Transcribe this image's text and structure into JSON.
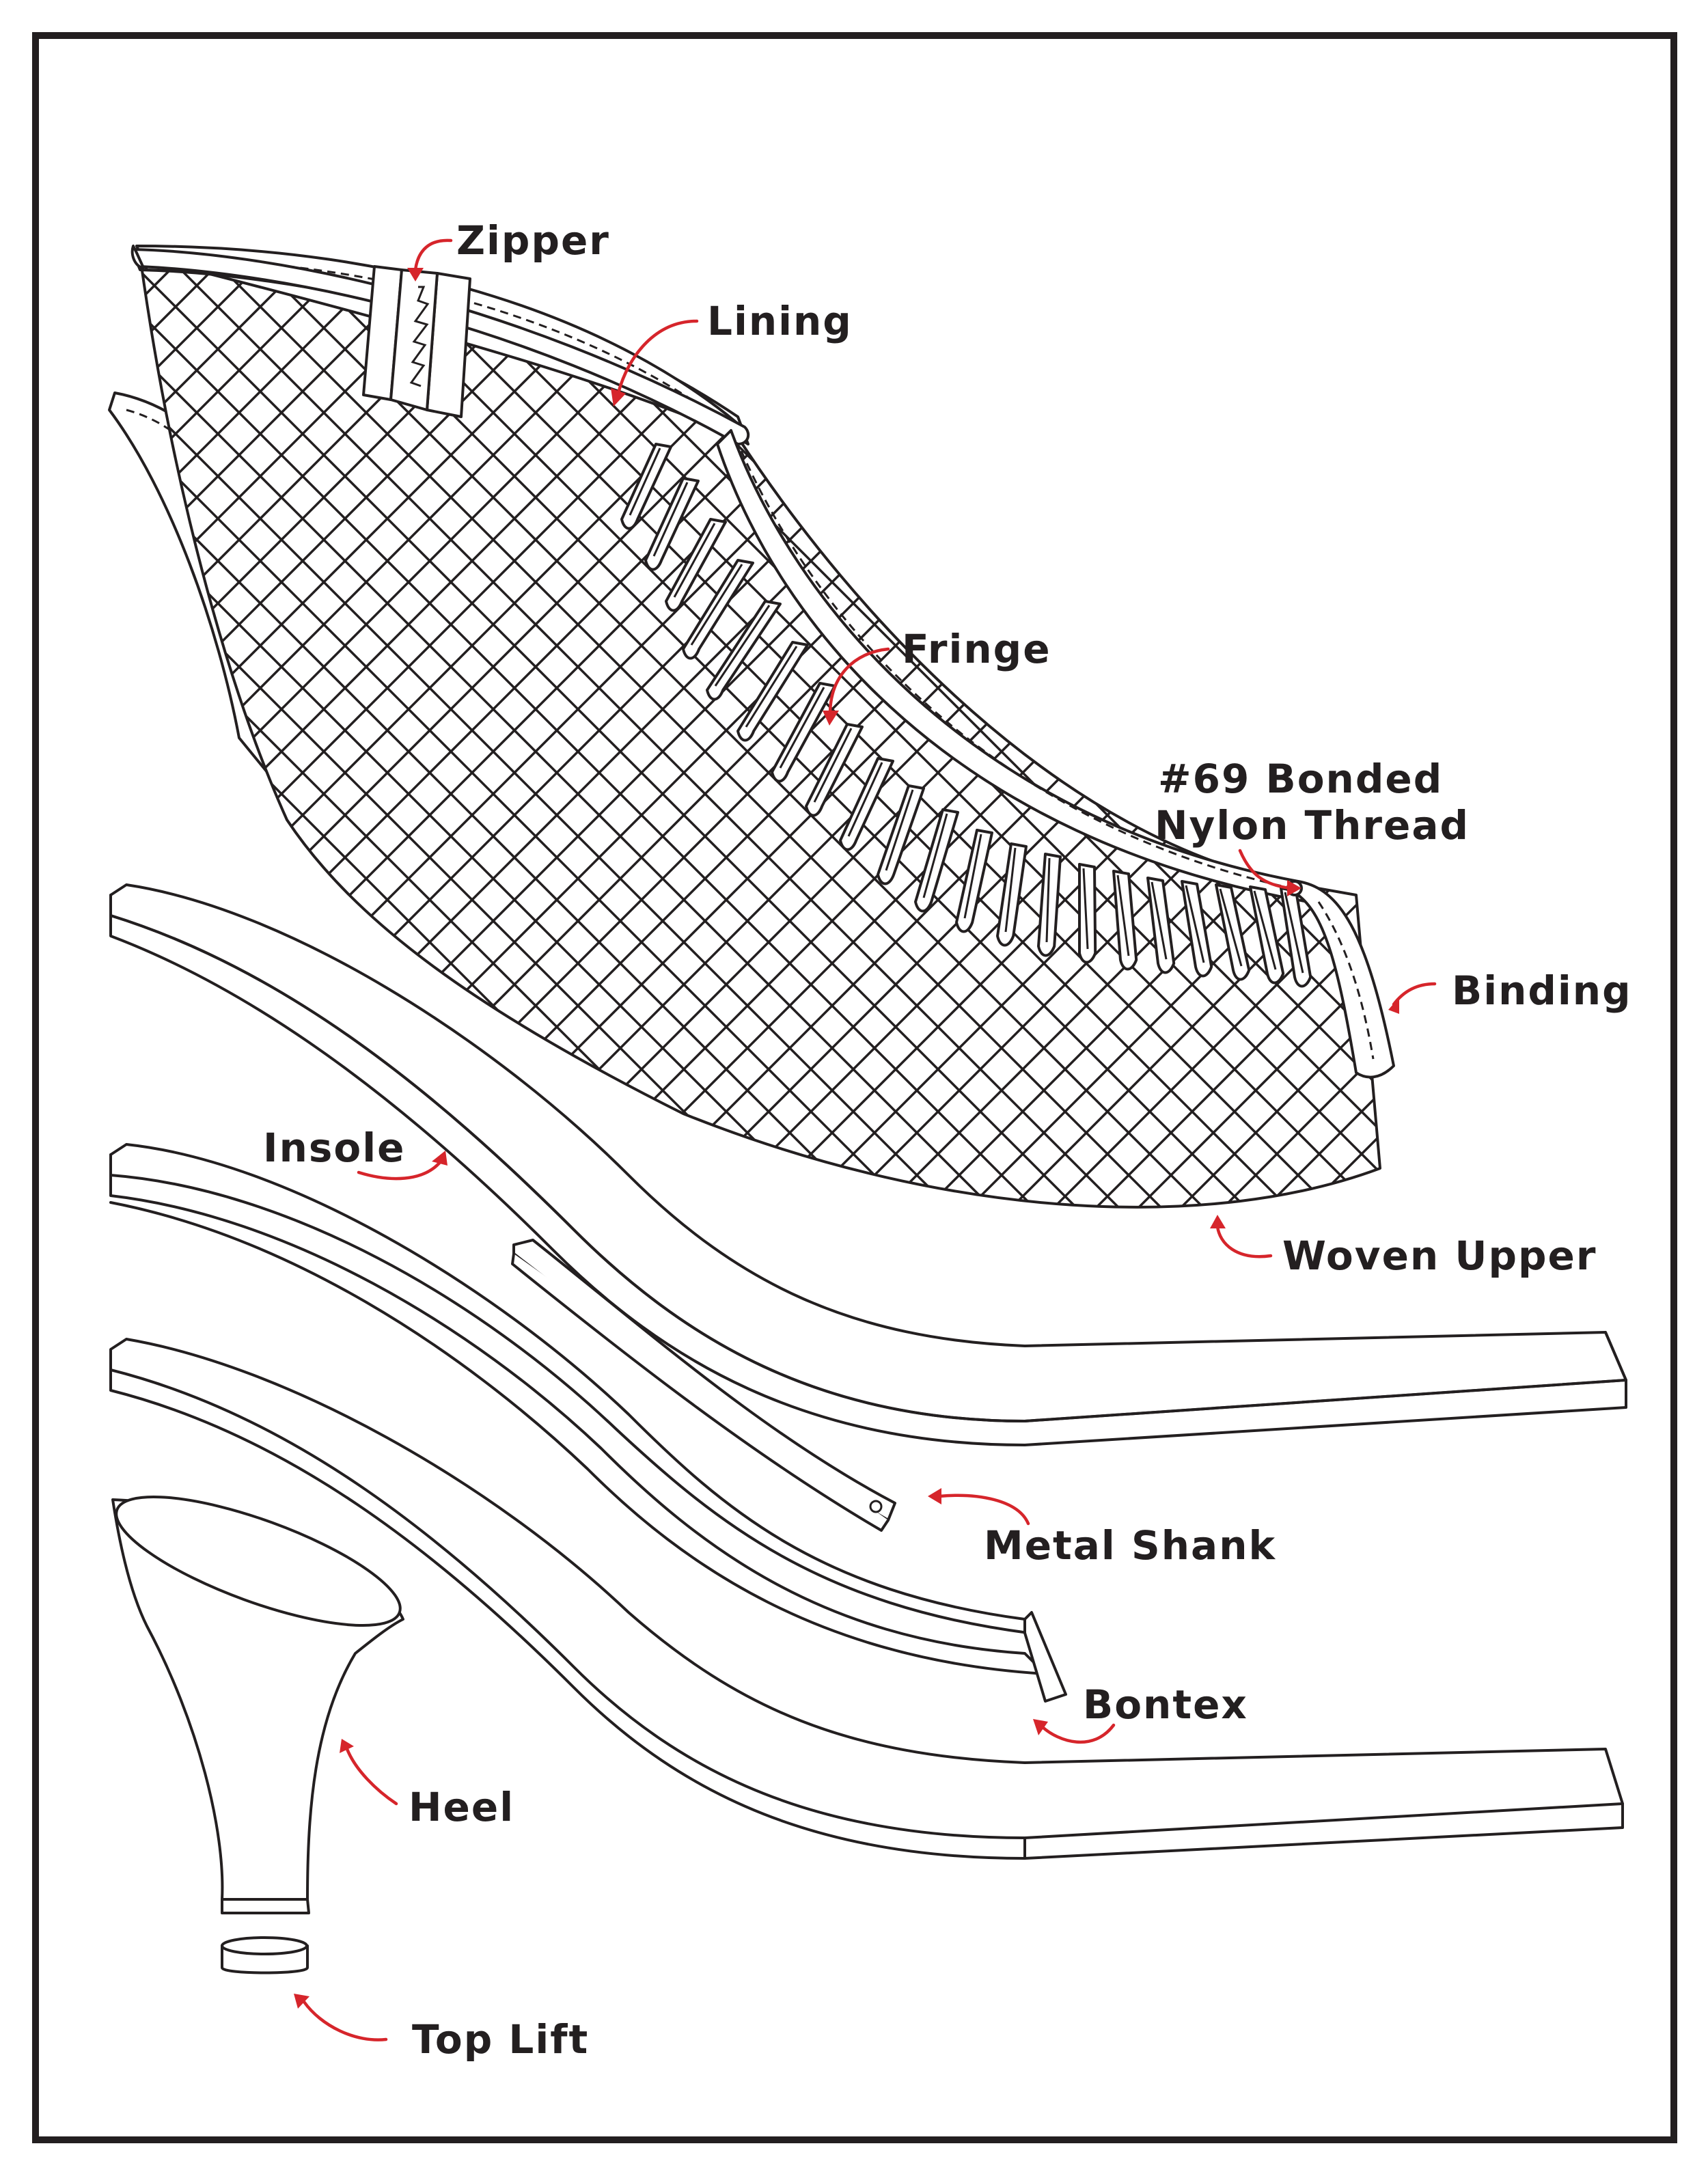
{
  "diagram": {
    "accent_color": "#d6252b",
    "line_color": "#231f20",
    "labels": {
      "zipper": "Zipper",
      "lining": "Lining",
      "fringe": "Fringe",
      "thread_line1": "#69 Bonded",
      "thread_line2": "Nylon Thread",
      "binding": "Binding",
      "insole": "Insole",
      "woven_upper": "Woven Upper",
      "metal_shank": "Metal Shank",
      "bontex": "Bontex",
      "heel": "Heel",
      "top_lift": "Top Lift"
    }
  }
}
